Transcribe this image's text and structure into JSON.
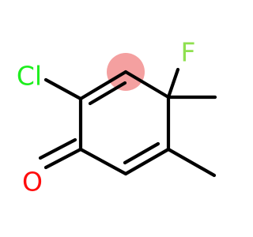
{
  "molecule": {
    "atoms": {
      "chlorine": "Cl",
      "fluorine": "F",
      "oxygen": "O"
    },
    "colors": {
      "chlorine": "#1fee1f",
      "fluorine": "#8fe04f",
      "oxygen": "#ff0d0d",
      "highlight": "#f4a0a0"
    }
  }
}
